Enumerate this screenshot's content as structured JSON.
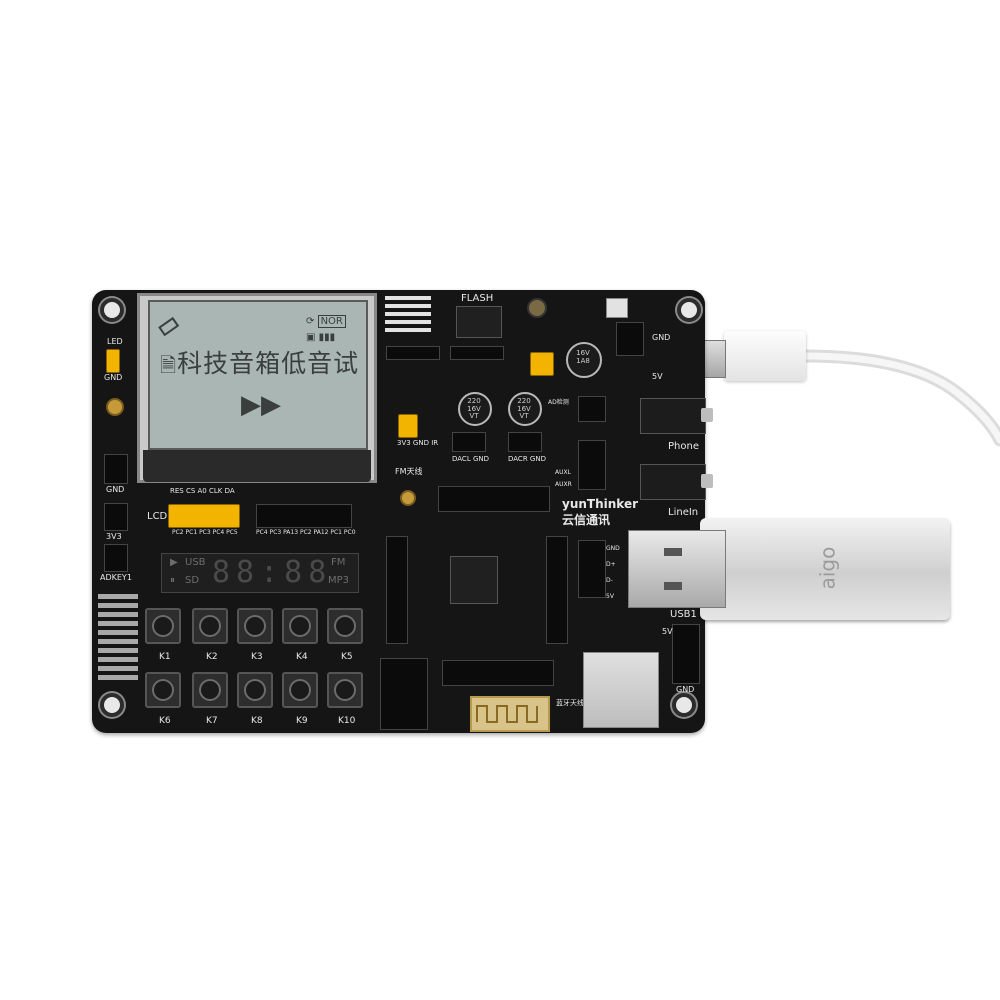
{
  "photo": {
    "description_kind": "product photo of a black development board with LCD and USB flash drive",
    "colors": {
      "background": "#ffffff",
      "board": "#151515",
      "lcd": "#a9b6b3",
      "jumper": "#f2b400",
      "silkscreen": "#e8e8e8"
    }
  },
  "lcd": {
    "chinese_text": "科技音箱低音试",
    "status_label": "NOR",
    "play_symbol": "▶▶"
  },
  "segment_display": {
    "digits": "88:88",
    "left_top": "USB",
    "left_bottom": "SD",
    "right_top": "FM",
    "right_bottom": "MP3"
  },
  "labels": {
    "flash": "FLASH",
    "brand": "yunThinker",
    "brand_cn": "云信通讯",
    "phone": "Phone",
    "linein": "LineIn",
    "usb1": "USB1",
    "lcd": "LCD",
    "v33": "3V3",
    "gnd": "GND",
    "v5": "5V",
    "fm": "FM天线",
    "bt": "蓝牙天线",
    "adkey": "ADKEY1",
    "led": "LED",
    "lcd_pins": "PC2 PC1 PC3 PC4 PC5",
    "lcd_top_pins": "RES CS A0 CLK DA",
    "pin_row": "PC4 PC3 PA13 PC2 PA12 PC1 PC0",
    "dac": "DACL GND",
    "dacr": "DACR GND",
    "ir_row": "3V3 GND IR",
    "aux": "AUXL",
    "auxr": "AUXR",
    "adl": "AD检测",
    "cap1": "220 16V VT",
    "cap2": "220 16V VT",
    "cap3": "16V 1A8",
    "stick_brand": "aigo"
  },
  "buttons": [
    "K1",
    "K2",
    "K3",
    "K4",
    "K5",
    "K6",
    "K7",
    "K8",
    "K9",
    "K10"
  ],
  "usb_pins": [
    "GND",
    "D+",
    "D-",
    "5V"
  ]
}
